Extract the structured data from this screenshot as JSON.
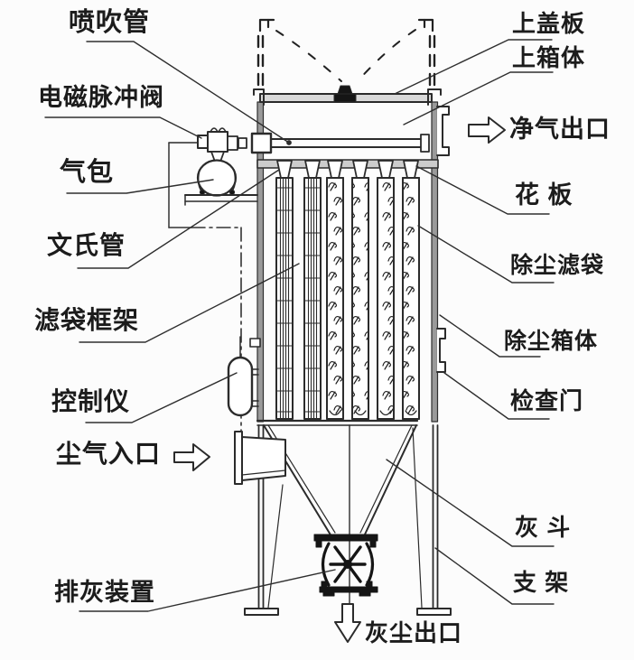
{
  "figure_type": "pulse-jet-bag-filter-structure-diagram",
  "labels": {
    "blow_pipe": "喷吹管",
    "pulse_valve": "电磁脉冲阀",
    "air_bag": "气包",
    "venturi": "文氏管",
    "bag_cage": "滤袋框架",
    "controller": "控制仪",
    "dusty_gas_inlet": "尘气入口",
    "ash_discharge_device": "排灰装置",
    "top_cover_plate": "上盖板",
    "upper_box": "上箱体",
    "clean_gas_outlet": "净气出口",
    "tube_sheet": "花 板",
    "dust_filter_bag": "除尘滤袋",
    "dust_box_body": "除尘箱体",
    "inspection_door": "检查门",
    "ash_hopper": "灰 斗",
    "support_frame": "支 架",
    "dust_outlet": "灰尘出口"
  },
  "icons": {
    "dusty_gas_flow": "block-arrow-right",
    "clean_gas_flow": "block-arrow-right",
    "dust_drop_flow": "block-arrow-down"
  },
  "colors": {
    "background": "#fcfcfc",
    "line": "#2b2b2b",
    "wall_fill": "#9a9a9a",
    "cover_fill": "#d9d9d9",
    "tube_sheet_fill": "#cccccc",
    "dark_fill": "#151515",
    "text": "#1c1c1c"
  }
}
